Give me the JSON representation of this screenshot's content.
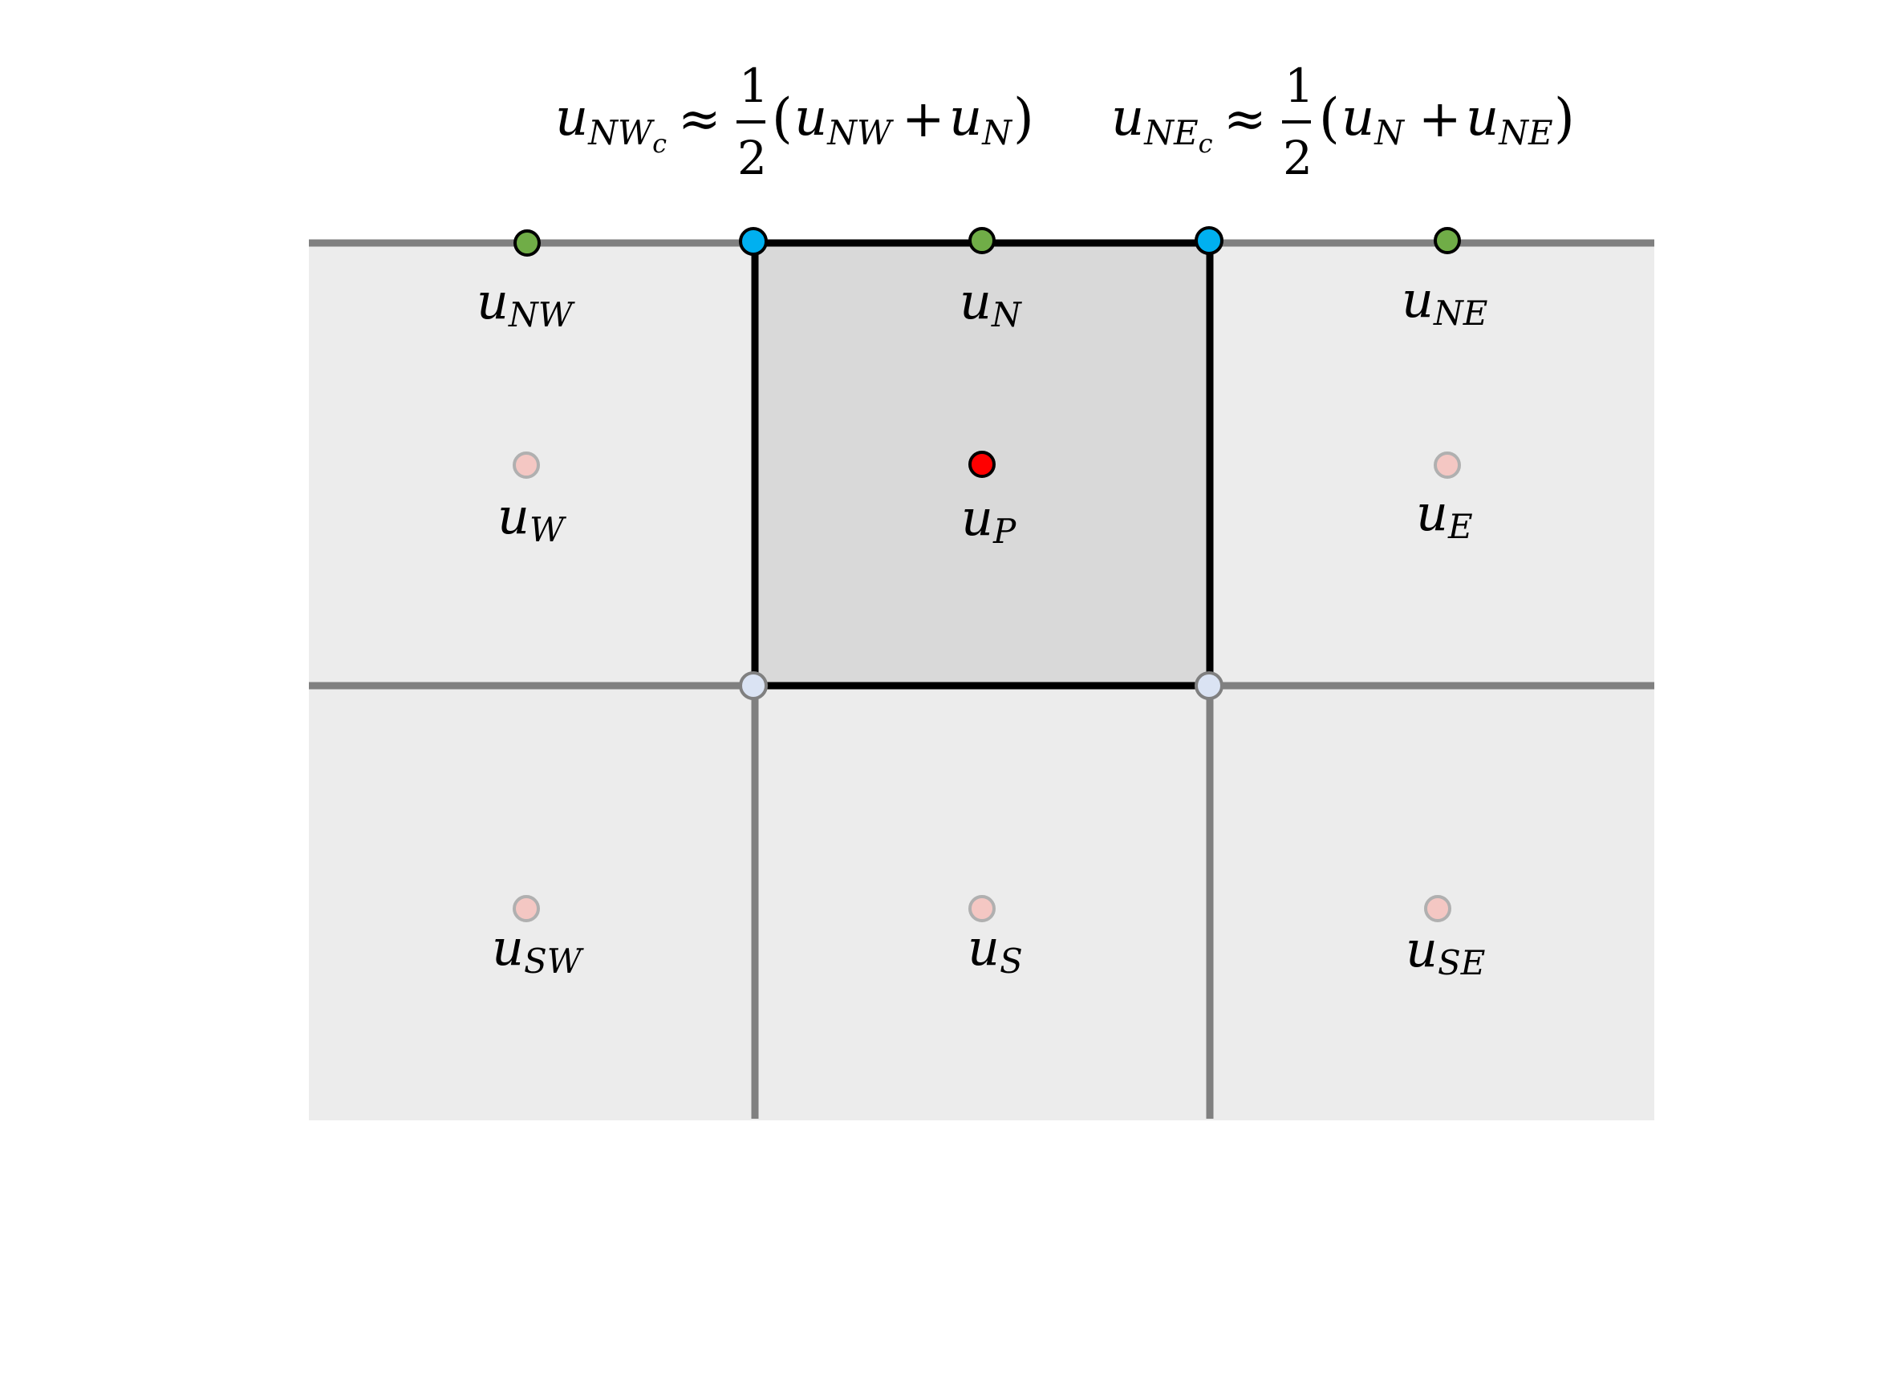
{
  "formulas": {
    "left": {
      "lhs_base": "u",
      "lhs_sub": "NW",
      "lhs_subsub": "c",
      "approx": "≈",
      "frac_num": "1",
      "frac_den": "2",
      "open_paren": "(",
      "term1_base": "u",
      "term1_sub": "NW",
      "plus": "+",
      "term2_base": "u",
      "term2_sub": "N",
      "close_paren": ")"
    },
    "right": {
      "lhs_base": "u",
      "lhs_sub": "NE",
      "lhs_subsub": "c",
      "approx": "≈",
      "frac_num": "1",
      "frac_den": "2",
      "open_paren": "(",
      "term1_base": "u",
      "term1_sub": "N",
      "plus": "+",
      "term2_base": "u",
      "term2_sub": "NE",
      "close_paren": ")"
    }
  },
  "labels": {
    "NW": {
      "base": "u",
      "sub": "NW"
    },
    "N": {
      "base": "u",
      "sub": "N"
    },
    "NE": {
      "base": "u",
      "sub": "NE"
    },
    "W": {
      "base": "u",
      "sub": "W"
    },
    "P": {
      "base": "u",
      "sub": "P"
    },
    "E": {
      "base": "u",
      "sub": "E"
    },
    "SW": {
      "base": "u",
      "sub": "SW"
    },
    "S": {
      "base": "u",
      "sub": "S"
    },
    "SE": {
      "base": "u",
      "sub": "SE"
    }
  },
  "colors": {
    "cell_fill": "#ececec",
    "center_cell_fill": "#d9d9d9",
    "grid_line": "#808080",
    "control_volume_border": "#000000",
    "face_node": "#70ad47",
    "corner_node_top": "#00b0f0",
    "corner_node_bottom": "#dae3f3",
    "center_node": "#ff0000",
    "neighbor_node": "#f4c7c3"
  }
}
